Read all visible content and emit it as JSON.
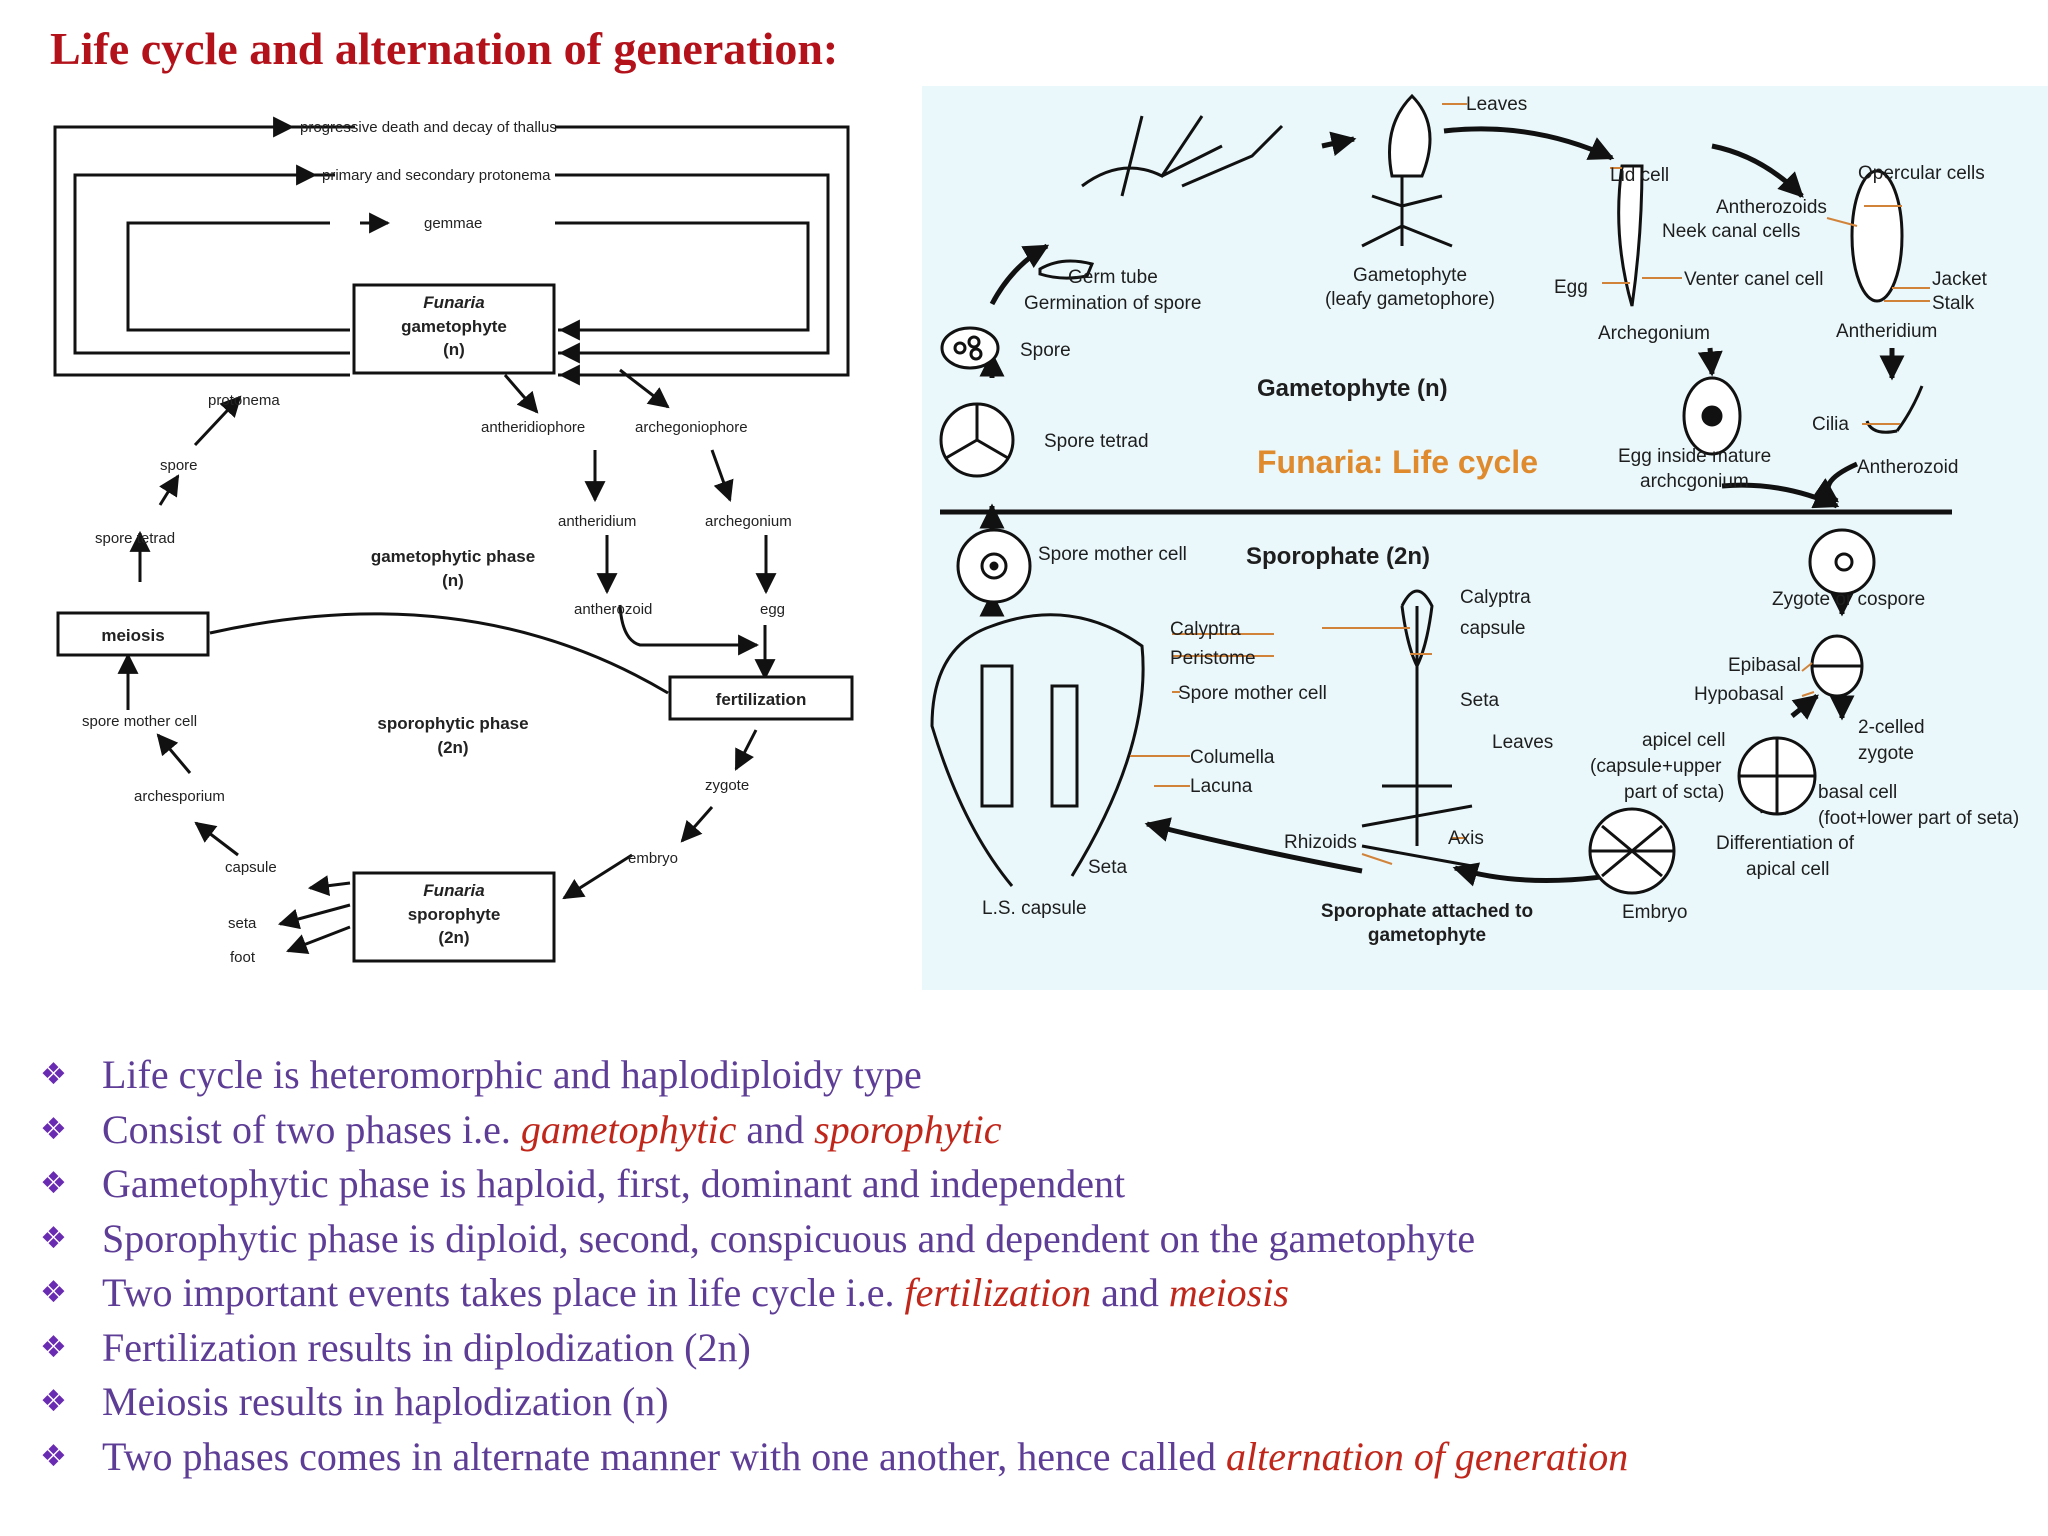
{
  "title": "Life cycle and alternation of generation:",
  "left_diagram": {
    "loops": [
      "progressive death and decay of thallus",
      "primary and secondary protonema",
      "gemmae"
    ],
    "gametophyte_box": {
      "line1": "Funaria",
      "line2": "gametophyte",
      "line3": "(n)"
    },
    "sporophyte_box": {
      "line1": "Funaria",
      "line2": "sporophyte",
      "line3": "(2n)"
    },
    "meiosis_box": "meiosis",
    "fertilization_box": "fertilization",
    "gametophytic_phase": {
      "line1": "gametophytic phase",
      "line2": "(n)"
    },
    "sporophytic_phase": {
      "line1": "sporophytic phase",
      "line2": "(2n)"
    },
    "labels": {
      "protonema": "protonema",
      "spore": "spore",
      "spore_tetrad": "spore tetrad",
      "antheridiophore": "antheridiophore",
      "archegoniophore": "archegoniophore",
      "antheridium": "antheridium",
      "archegonium": "archegonium",
      "antherozoid": "antherozoid",
      "egg": "egg",
      "spore_mother_cell": "spore mother cell",
      "archesporium": "archesporium",
      "zygote": "zygote",
      "embryo": "embryo",
      "capsule": "capsule",
      "seta": "seta",
      "foot": "foot"
    }
  },
  "right_diagram": {
    "heading": "Funaria: Life cycle",
    "gametophyte_phase": "Gametophyte (n)",
    "sporophyte_phase": "Sporophate (2n)",
    "labels": {
      "leaves_top": "Leaves",
      "lid_cell": "Lid cell",
      "opercular_cells": "Opercular cells",
      "antherozoids": "Antherozoids",
      "neck_canal_cells": "Neek canal cells",
      "germ_tube": "Germ tube",
      "germination": "Germination of spore",
      "gametophyte": "Gametophyte",
      "leafy_gametophore": "(leafy gametophore)",
      "egg": "Egg",
      "venter_canal_cell": "Venter canel cell",
      "jacket": "Jacket",
      "stalk": "Stalk",
      "spore": "Spore",
      "archegonium": "Archegonium",
      "antheridium": "Antheridium",
      "spore_tetrad": "Spore tetrad",
      "cilia": "Cilia",
      "egg_inside": "Egg inside mature",
      "archegonium2": "archcgonium",
      "antherozoid": "Antherozoid",
      "spore_mother_cell": "Spore mother cell",
      "zygote": "Zygote or cospore",
      "calyptra_ls": "Calyptra",
      "peristome": "Peristome",
      "spore_mother_cell2": "Spore mother cell",
      "calyptra": "Calyptra",
      "capsule": "capsule",
      "epibasal": "Epibasal",
      "hypobasal": "Hypobasal",
      "seta": "Seta",
      "two_celled": "2-celled",
      "zygote2": "zygote",
      "leaves": "Leaves",
      "apical_cell": "apicel cell",
      "capsule_upper": "(capsule+upper",
      "part_of_seta": "part of scta)",
      "columella": "Columella",
      "lacuna": "Lacuna",
      "basal_cell": "basal cell",
      "foot_lower": "(foot+lower part of seta)",
      "rhizoids": "Rhizoids",
      "axis": "Axis",
      "differentiation": "Differentiation of",
      "apical_cell2": "apical cell",
      "seta2": "Seta",
      "ls_capsule": "L.S. capsule",
      "sporophate_attached": "Sporophate attached to",
      "gametophyte2": "gametophyte",
      "embryo": "Embryo"
    }
  },
  "bullets": [
    {
      "parts": [
        {
          "text": "Life cycle is heteromorphic and haplodiploidy type",
          "hl": false
        }
      ]
    },
    {
      "parts": [
        {
          "text": "Consist of two phases i.e. ",
          "hl": false
        },
        {
          "text": "gametophytic",
          "hl": true
        },
        {
          "text": " and ",
          "hl": false
        },
        {
          "text": "sporophytic",
          "hl": true
        }
      ]
    },
    {
      "parts": [
        {
          "text": "Gametophytic phase is haploid, first, dominant and independent",
          "hl": false
        }
      ]
    },
    {
      "parts": [
        {
          "text": "Sporophytic phase is diploid, second, conspicuous and dependent on the gametophyte",
          "hl": false
        }
      ]
    },
    {
      "parts": [
        {
          "text": "Two important events takes place in life cycle i.e. ",
          "hl": false
        },
        {
          "text": "fertilization",
          "hl": true
        },
        {
          "text": " and ",
          "hl": false
        },
        {
          "text": "meiosis",
          "hl": true
        }
      ]
    },
    {
      "parts": [
        {
          "text": "Fertilization results in diplodization (2n)",
          "hl": false
        }
      ]
    },
    {
      "parts": [
        {
          "text": "Meiosis results in haplodization (n)",
          "hl": false
        }
      ]
    },
    {
      "parts": [
        {
          "text": "Two phases comes in alternate manner with one another, hence called ",
          "hl": false
        },
        {
          "text": "alternation of generation",
          "hl": true
        }
      ]
    }
  ],
  "colors": {
    "title": "#b3121b",
    "bullet_text": "#5e3d96",
    "highlight": "#c0261a",
    "diagram_bg": "#eaf8fb",
    "heading": "#e08a2e"
  }
}
